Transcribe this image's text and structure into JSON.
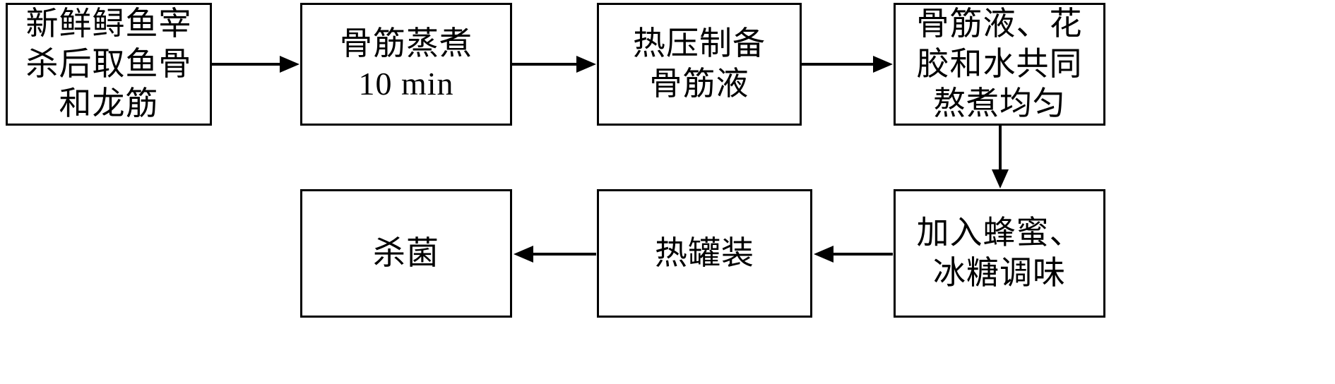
{
  "flowchart": {
    "steps": [
      {
        "id": 1,
        "label": "新鲜鲟鱼宰\n杀后取鱼骨\n和龙筋"
      },
      {
        "id": 2,
        "label": "骨筋蒸煮\n10 min"
      },
      {
        "id": 3,
        "label": "热压制备\n骨筋液"
      },
      {
        "id": 4,
        "label": "骨筋液、花\n胶和水共同\n熬煮均匀"
      },
      {
        "id": 5,
        "label": "加入蜂蜜、\n冰糖调味"
      },
      {
        "id": 6,
        "label": "热罐装"
      },
      {
        "id": 7,
        "label": "杀菌"
      }
    ],
    "connections": [
      {
        "from": 1,
        "to": 2,
        "direction": "right"
      },
      {
        "from": 2,
        "to": 3,
        "direction": "right"
      },
      {
        "from": 3,
        "to": 4,
        "direction": "right"
      },
      {
        "from": 4,
        "to": 5,
        "direction": "down"
      },
      {
        "from": 5,
        "to": 6,
        "direction": "left"
      },
      {
        "from": 6,
        "to": 7,
        "direction": "left"
      }
    ],
    "colors": {
      "background": "#ffffff",
      "border": "#000000",
      "text": "#000000",
      "arrow": "#000000"
    }
  }
}
